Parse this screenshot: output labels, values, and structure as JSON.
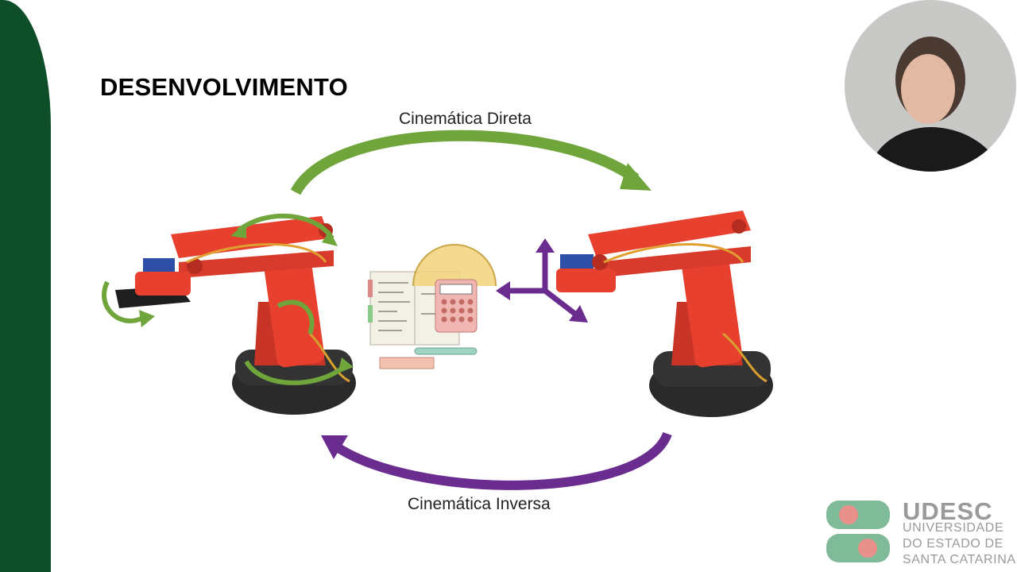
{
  "slide": {
    "title": "DESENVOLVIMENTO",
    "label_forward": "Cinemática Direta",
    "label_inverse": "Cinemática Inversa"
  },
  "logo": {
    "name": "UDESC",
    "line1": "UNIVERSIDADE",
    "line2": "DO ESTADO DE",
    "line3": "SANTA CATARINA"
  },
  "colors": {
    "side_band": "#0e4f2a",
    "forward_arrow": "#6fa53a",
    "inverse_arrow": "#6a2d8f",
    "robot_red": "#e8402e",
    "logo_green": "#7fba99",
    "logo_pink": "#e8908a"
  },
  "icons": [
    "rotation-arrow-icon",
    "math-notebook-icon",
    "calculator-icon",
    "protractor-icon",
    "ruler-icon",
    "xyz-axes-icon"
  ]
}
